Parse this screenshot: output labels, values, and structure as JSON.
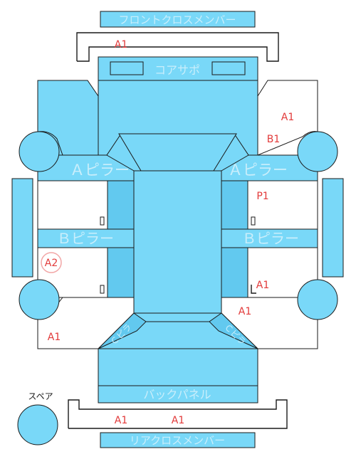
{
  "panels": {
    "front_cross_member": "フロントクロスメンバー",
    "core_support": "コアサポ",
    "a_pillar_left": "Ａピラー",
    "a_pillar_right": "Ａピラー",
    "b_pillar_left": "Ｂピラー",
    "b_pillar_right": "Ｂピラー",
    "back_panel": "バックパネル",
    "rear_cross_member": "リアクロスメンバー",
    "spare": "スペア",
    "c_pillar_left": "Ｃピラ",
    "c_pillar_right": "Ｃピラ"
  },
  "marks": {
    "front_cross_member": "A1",
    "right_front_fender": "A1",
    "right_front_inner": "B1",
    "right_a_pillar": "P1",
    "left_rear_door": "A2",
    "right_rear_door": "A1",
    "right_rear_quarter": "A1",
    "left_rear_quarter": "A1",
    "rear_cross_left": "A1",
    "rear_cross_right": "A1"
  },
  "colors": {
    "fill": "#79d8f8",
    "fill_dark": "#62c9ef",
    "stroke": "#1a1a1a",
    "label": "#c9eefb",
    "mark": "#e23a3a",
    "mark_circle": "#f2a6a6"
  }
}
